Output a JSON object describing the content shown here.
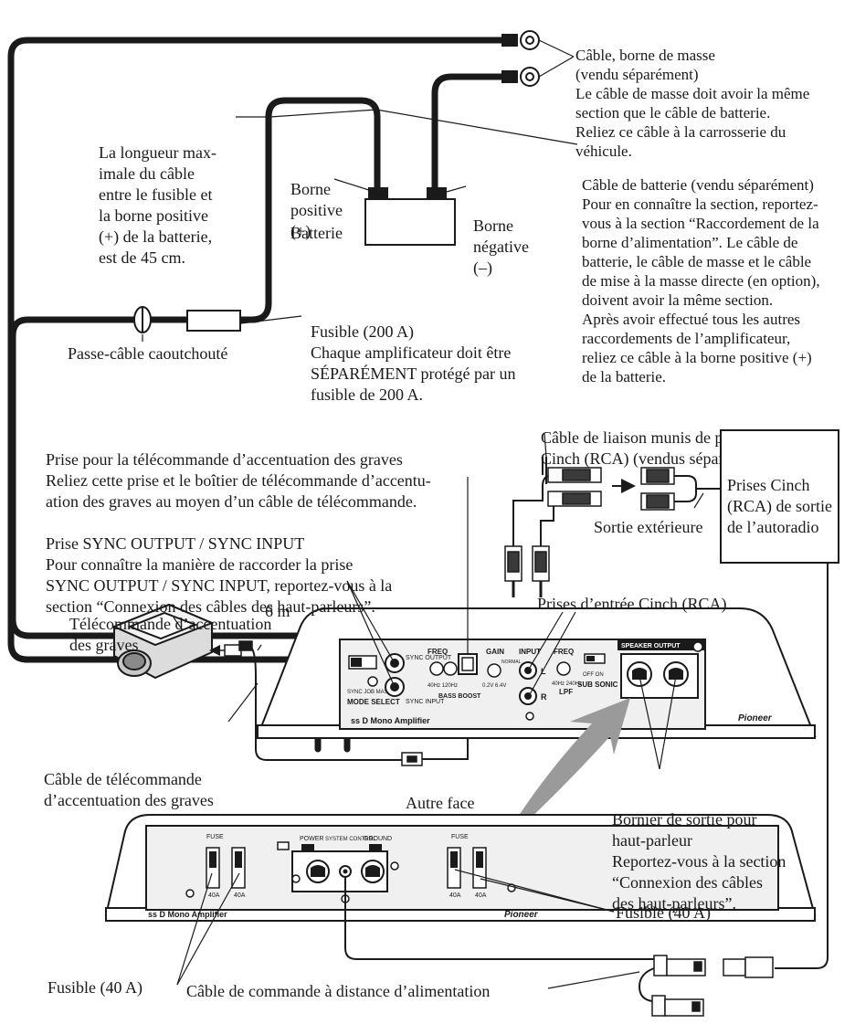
{
  "colors": {
    "ink": "#1a1a1a",
    "panel": "#f0f0f0",
    "arrow": "#9a9a9a"
  },
  "labels": {
    "ground_cable": [
      "Câble, borne de masse",
      "(vendu séparément)",
      "Le câble de masse doit avoir la même",
      "section que le câble de batterie.",
      "Reliez ce câble à la carrosserie du",
      "véhicule."
    ],
    "max_length": [
      "La longueur max-",
      "imale du câble",
      "entre le fusible et",
      "la borne positive",
      "(+) de la batterie,",
      "est de 45 cm."
    ],
    "battery_cable": [
      "Câble de batterie (vendu séparément)",
      "Pour en connaître la section, reportez-",
      "vous à la section “Raccordement de la",
      "borne d’alimentation”. Le câble de",
      "batterie, le câble de masse et le câble",
      "de mise à la masse directe (en option),",
      "doivent avoir la même section.",
      "Après avoir effectué tous les autres",
      "raccordements de l’amplificateur,",
      "reliez ce câble à la borne positive (+)",
      "de la batterie."
    ],
    "positive_terminal": [
      "Borne",
      "positive",
      "(+)"
    ],
    "negative_terminal": [
      "Borne",
      "négative",
      "(–)"
    ],
    "battery": "Batterie",
    "fuse_200": [
      "Fusible (200 A)",
      "Chaque amplificateur doit être",
      "SÉPARÉMENT protégé par un",
      "fusible de 200 A."
    ],
    "grommet": "Passe-câble caoutchouté",
    "bass_remote_jack": [
      "Prise pour la télécommande d’accentuation des graves",
      "Reliez cette prise et le boîtier de télécommande d’accentu-",
      "ation des graves au moyen d’un câble de télécommande."
    ],
    "rca_cables": [
      "Câble de liaison munis de prises",
      "Cinch (RCA) (vendus séparément)."
    ],
    "rca_output": [
      "Prises Cinch",
      "(RCA) de sortie",
      "de l’autoradio"
    ],
    "external_output": "Sortie extérieure",
    "sync_jack": [
      "Prise SYNC OUTPUT / SYNC INPUT",
      "Pour connaître la manière de raccorder la prise",
      "SYNC OUTPUT / SYNC INPUT, reportez-vous à la",
      "section “Connexion des câbles des haut-parleurs”."
    ],
    "bass_remote": [
      "Télécommande d’accentuation",
      "des graves"
    ],
    "length_6m": "6 m",
    "rca_inputs": "Prises d’entrée Cinch (RCA)",
    "bass_remote_cable": [
      "Câble de télécommande",
      "d’accentuation des graves"
    ],
    "speaker_terminal": [
      "Bornier de sortie pour",
      "haut-parleur",
      "Reportez-vous à la section",
      "“Connexion des câbles",
      "des haut-parleurs”."
    ],
    "other_side": "Autre face",
    "fuse_40_right": "Fusible (40 A)",
    "fuse_40_left": "Fusible (40 A)",
    "remote_cable": "Câble de commande à distance d’alimentation"
  },
  "panel_back": {
    "brand_line": "ss D Mono Amplifier",
    "logo": "Pioneer",
    "sync_output": "SYNC OUTPUT",
    "sync_input": "SYNC INPUT",
    "mode_select": "MODE SELECT",
    "mode_options": "SYNC  JOB  MASTER",
    "freq": "FREQ",
    "freq_range_bass": "40Hz  120Hz",
    "bass_boost": "BASS BOOST",
    "gain": "GAIN",
    "normal": "NORMAL",
    "gain_range": "0.2V  6.4V",
    "input": "INPUT",
    "input_l": "L",
    "input_r": "R",
    "freq_range_lpf": "40Hz  240Hz",
    "lpf": "LPF",
    "sub_sonic": "SUB SONIC",
    "off_on": "OFF  ON",
    "speaker_output": "SPEAKER OUTPUT"
  },
  "panel_front": {
    "brand_line": "ss D Mono Amplifier",
    "logo": "Pioneer",
    "fuse_word": "FUSE",
    "fuse_rating": "40A",
    "power": "POWER",
    "system_control": "SYSTEM CONTROL",
    "ground": "GROUND"
  }
}
